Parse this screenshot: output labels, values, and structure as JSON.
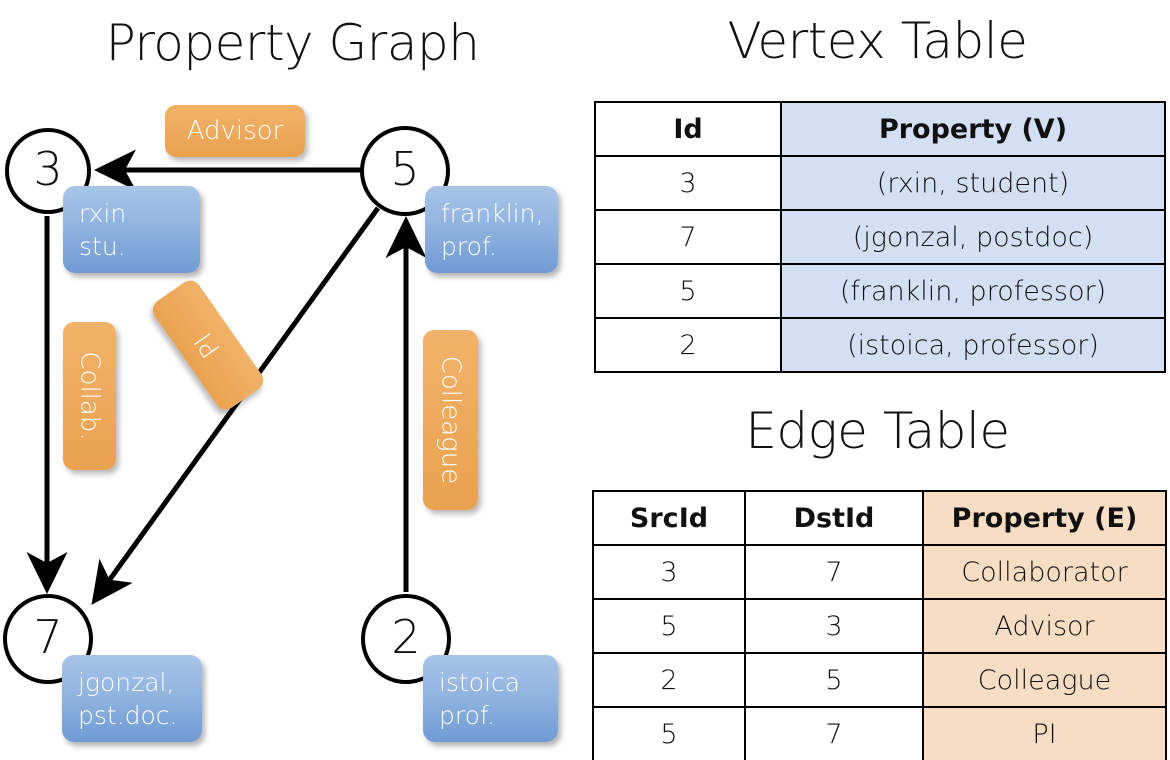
{
  "titles": {
    "property_graph": "Property Graph",
    "vertex_table": "Vertex Table",
    "edge_table": "Edge Table"
  },
  "colors": {
    "vertex_property_fill": "#d3dff2",
    "edge_property_fill": "#f7ddc3",
    "node_property_box": "#8cb0dd",
    "edge_label_box": "#eeab5e"
  },
  "graph": {
    "nodes": [
      {
        "id": "3",
        "property_text": "rxin\nstu."
      },
      {
        "id": "5",
        "property_text": "franklin,\nprof."
      },
      {
        "id": "7",
        "property_text": "jgonzal,\npst.doc."
      },
      {
        "id": "2",
        "property_text": "istoica\nprof."
      }
    ],
    "edge_labels": [
      {
        "name": "advisor",
        "text": "Advisor"
      },
      {
        "name": "collab",
        "text": "Collab."
      },
      {
        "name": "pi",
        "text": "PI"
      },
      {
        "name": "colleague",
        "text": "Colleague"
      }
    ]
  },
  "vertex_table": {
    "headers": [
      "Id",
      "Property (V)"
    ],
    "rows": [
      {
        "id": "3",
        "property": "(rxin, student)"
      },
      {
        "id": "7",
        "property": "(jgonzal, postdoc)"
      },
      {
        "id": "5",
        "property": "(franklin, professor)"
      },
      {
        "id": "2",
        "property": "(istoica, professor)"
      }
    ]
  },
  "edge_table": {
    "headers": [
      "SrcId",
      "DstId",
      "Property (E)"
    ],
    "rows": [
      {
        "src": "3",
        "dst": "7",
        "property": "Collaborator"
      },
      {
        "src": "5",
        "dst": "3",
        "property": "Advisor"
      },
      {
        "src": "2",
        "dst": "5",
        "property": "Colleague"
      },
      {
        "src": "5",
        "dst": "7",
        "property": "PI"
      }
    ]
  }
}
